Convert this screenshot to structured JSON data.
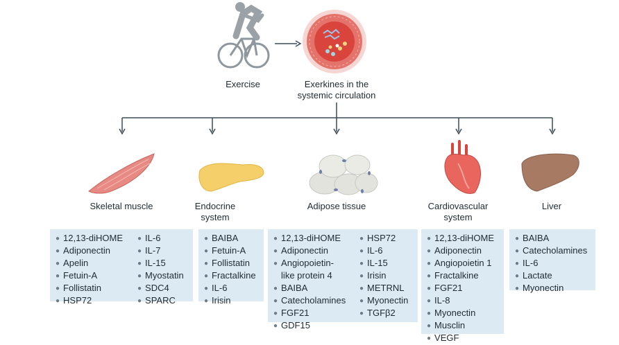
{
  "exercise_label": "Exercise",
  "circulation_label": [
    "Exerkines in the",
    "systemic circulation"
  ],
  "colors": {
    "box_bg": "#dcebf3",
    "arrow": "#3b4b57",
    "muscle": "#e88a84",
    "pancreas": "#f5d06a",
    "adipose": "#e3e3de",
    "adipose_mark": "#6e7ea8",
    "heart": "#e9665e",
    "liver": "#a67a63",
    "vessel": "#d9443d"
  },
  "organs": [
    {
      "label": [
        "Skeletal muscle"
      ],
      "columns": [
        [
          "12,13-diHOME",
          "Adiponectin",
          "Apelin",
          "Fetuin-A",
          "Follistatin",
          "HSP72"
        ],
        [
          "IL-6",
          "IL-7",
          "IL-15",
          "Myostatin",
          "SDC4",
          "SPARC"
        ]
      ]
    },
    {
      "label": [
        "Endocrine",
        "system"
      ],
      "columns": [
        [
          "BAIBA",
          "Fetuin-A",
          "Follistatin",
          "Fractalkine",
          "IL-6",
          "Irisin"
        ]
      ]
    },
    {
      "label": [
        "Adipose tissue"
      ],
      "columns": [
        [
          "12,13-diHOME",
          "Adiponectin",
          "Angiopoietin-",
          "like protein 4",
          "BAIBA",
          "Catecholamines",
          "FGF21",
          "GDF15"
        ],
        [
          "HSP72",
          "IL-6",
          "IL-15",
          "Irisin",
          "METRNL",
          "Myonectin",
          "TGFβ2"
        ]
      ]
    },
    {
      "label": [
        "Cardiovascular",
        "system"
      ],
      "columns": [
        [
          "12,13-diHOME",
          "Adiponectin",
          "Angiopoietin 1",
          "Fractalkine",
          "FGF21",
          "IL-8",
          "Myonectin",
          "Musclin",
          "VEGF"
        ]
      ]
    },
    {
      "label": [
        "Liver"
      ],
      "columns": [
        [
          "BAIBA",
          "Catecholamines",
          "IL-6",
          "Lactate",
          "Myonectin"
        ]
      ]
    }
  ]
}
